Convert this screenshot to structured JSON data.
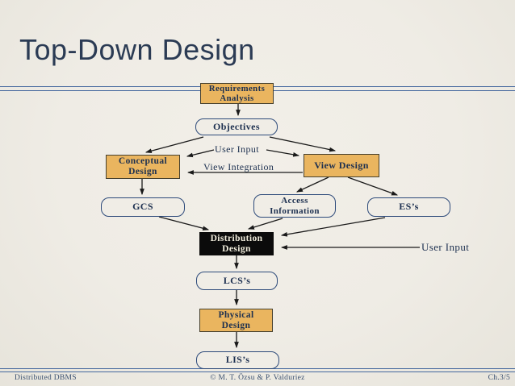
{
  "slide": {
    "title": "Top-Down Design",
    "background_color": "#efece5",
    "title_color": "#2b3b54",
    "rule_color": "#45689e"
  },
  "diagram": {
    "colors": {
      "process_fill": "#eab55f",
      "process_border": "#46402e",
      "artifact_border": "#2d4a7a",
      "highlight_fill": "#0b0b0b",
      "highlight_text": "#f2eedd",
      "node_text": "#1d3050",
      "arrow": "#1a1a1a"
    },
    "nodes": {
      "requirements": {
        "label": "Requirements\nAnalysis"
      },
      "objectives": {
        "label": "Objectives"
      },
      "conceptual_design": {
        "label": "Conceptual\nDesign"
      },
      "view_design": {
        "label": "View Design"
      },
      "gcs": {
        "label": "GCS"
      },
      "access_information": {
        "label": "Access\nInformation"
      },
      "ess": {
        "label": "ES’s"
      },
      "distribution_design": {
        "label": "Distribution\nDesign"
      },
      "lcss": {
        "label": "LCS’s"
      },
      "physical_design": {
        "label": "Physical\nDesign"
      },
      "liss": {
        "label": "LIS’s"
      }
    },
    "edge_labels": {
      "user_input_top": "User Input",
      "view_integration": "View Integration",
      "user_input_right": "User Input"
    },
    "edges": [
      {
        "from": "requirements",
        "to": "objectives"
      },
      {
        "from": "objectives",
        "to": "conceptual_design"
      },
      {
        "from": "objectives",
        "to": "view_design"
      },
      {
        "from": "user_input_top",
        "to": "conceptual_design",
        "label": "User Input"
      },
      {
        "from": "user_input_top",
        "to": "view_design",
        "label": "User Input"
      },
      {
        "from": "view_design",
        "to": "conceptual_design",
        "label": "View Integration"
      },
      {
        "from": "conceptual_design",
        "to": "gcs"
      },
      {
        "from": "view_design",
        "to": "access_information"
      },
      {
        "from": "view_design",
        "to": "ess"
      },
      {
        "from": "gcs",
        "to": "distribution_design"
      },
      {
        "from": "access_information",
        "to": "distribution_design"
      },
      {
        "from": "ess",
        "to": "distribution_design"
      },
      {
        "from": "user_input_right",
        "to": "distribution_design",
        "label": "User Input"
      },
      {
        "from": "distribution_design",
        "to": "lcss"
      },
      {
        "from": "lcss",
        "to": "physical_design"
      },
      {
        "from": "physical_design",
        "to": "liss"
      }
    ]
  },
  "footer": {
    "left": "Distributed DBMS",
    "center": "© M. T. Özsu & P. Valduriez",
    "right": "Ch.3/5"
  }
}
